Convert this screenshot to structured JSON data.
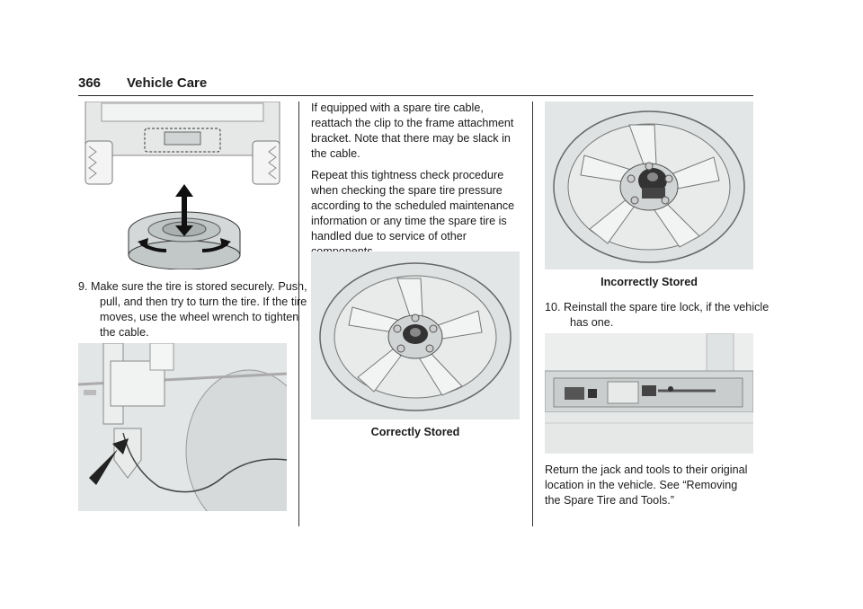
{
  "header": {
    "page_number": "366",
    "section": "Vehicle Care"
  },
  "col1": {
    "step9": {
      "number": "9.",
      "text": "Make sure the tire is stored securely. Push, pull, and then try to turn the tire. If the tire moves, use the wheel wrench to tighten the cable."
    }
  },
  "col2": {
    "para1": "If equipped with a spare tire cable, reattach the clip to the frame attachment bracket. Note that there may be slack in the cable.",
    "para2": "Repeat this tightness check procedure when checking the spare tire pressure according to the scheduled maintenance information or any time the spare tire is handled due to service of other components.",
    "caption_correct": "Correctly Stored"
  },
  "col3": {
    "caption_incorrect": "Incorrectly Stored",
    "step10": {
      "number": "10.",
      "text": "Reinstall the spare tire lock, if the vehicle has one."
    },
    "para_return": "Return the jack and tools to their original location in the vehicle. See “Removing the Spare Tire and Tools.”"
  },
  "colors": {
    "figure_bg": "#e3e6e6",
    "ink": "#1a1a1a"
  }
}
